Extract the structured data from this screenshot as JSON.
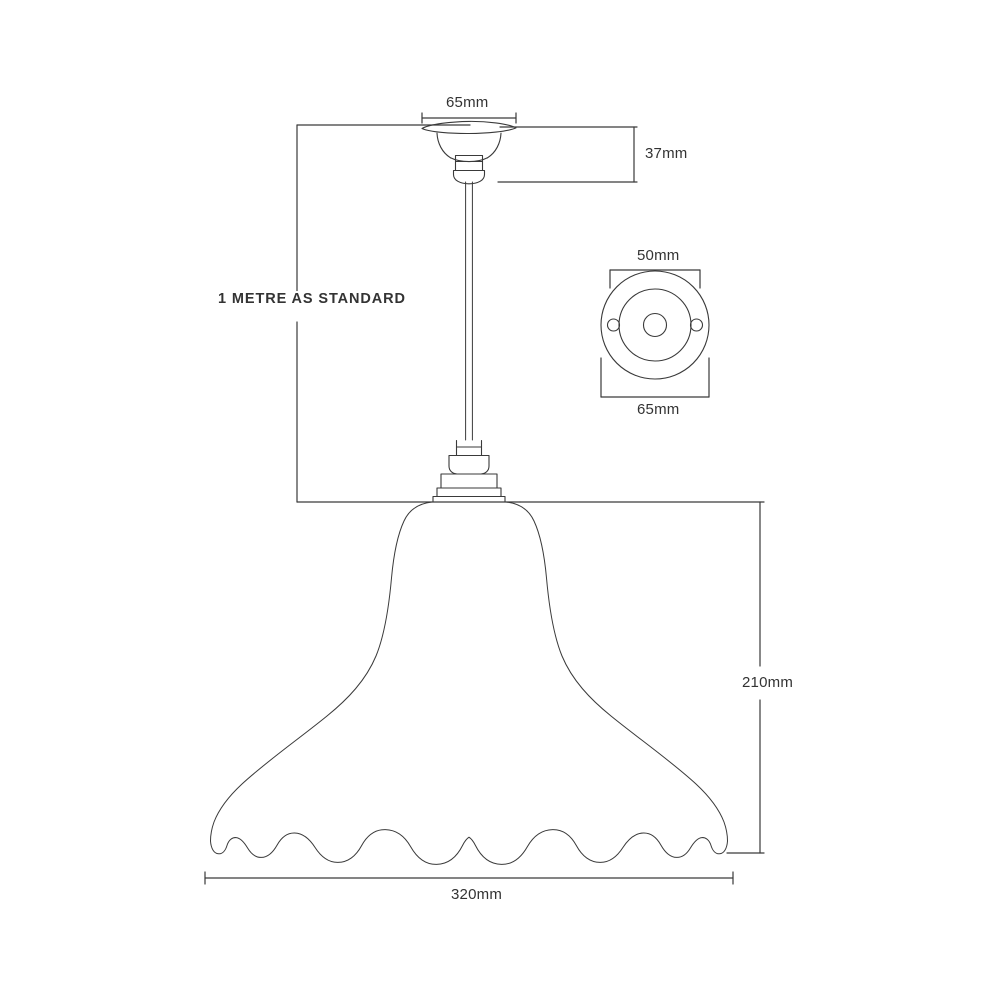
{
  "drawing": {
    "title": "Pendant light technical dimension drawing",
    "units": "mm",
    "line_color": "#3a3a3a",
    "text_color": "#333333",
    "background_color": "#ffffff"
  },
  "dimensions": {
    "rose_diameter": {
      "label": "65mm",
      "value": 65,
      "units": "mm",
      "orientation": "horizontal",
      "describes": "ceiling-rose-plate-diameter"
    },
    "rose_height": {
      "label": "37mm",
      "value": 37,
      "units": "mm",
      "orientation": "vertical",
      "describes": "ceiling-rose-drop-height"
    },
    "drop_length": {
      "label": "1 METRE AS STANDARD",
      "orientation": "vertical",
      "describes": "cord-drop-length"
    },
    "shade_height": {
      "label": "210mm",
      "value": 210,
      "units": "mm",
      "orientation": "vertical",
      "describes": "shade-height"
    },
    "shade_width": {
      "label": "320mm",
      "value": 320,
      "units": "mm",
      "orientation": "horizontal",
      "describes": "shade-max-diameter"
    },
    "plate_inner_diameter": {
      "label": "50mm",
      "value": 50,
      "units": "mm",
      "orientation": "horizontal",
      "describes": "ceiling-plate-inner-circle-diameter"
    },
    "plate_outer_diameter": {
      "label": "65mm",
      "value": 65,
      "units": "mm",
      "orientation": "horizontal",
      "describes": "ceiling-plate-outer-diameter"
    }
  },
  "views": {
    "elevation": {
      "name": "front-elevation",
      "parts": [
        "ceiling-rose",
        "rose-collar",
        "suspension-cord",
        "lamp-holder",
        "shade"
      ]
    },
    "plan": {
      "name": "ceiling-plate-plan-view",
      "features": [
        "outer-circle",
        "inner-circle",
        "centre-hole",
        "left-screw-hole",
        "right-screw-hole"
      ]
    }
  }
}
